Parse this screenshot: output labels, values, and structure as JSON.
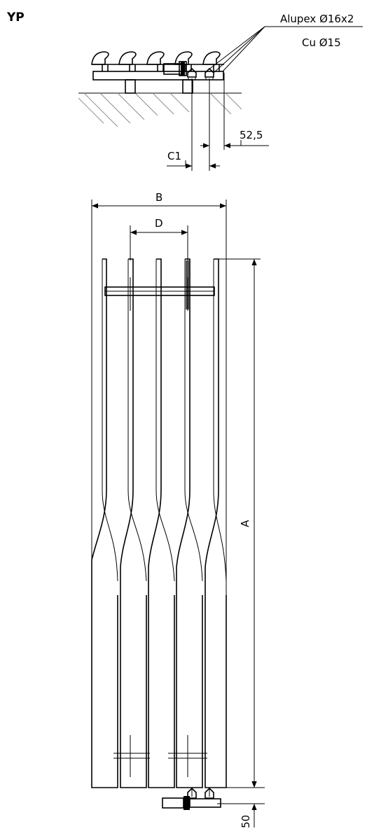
{
  "model_label": "YP",
  "pipe_labels": {
    "alupex": "Alupex Ø16x2",
    "cu": "Cu Ø15"
  },
  "dimensions": {
    "offset": "52,5",
    "c1": "C1",
    "width_b": "B",
    "spacing_d": "D",
    "height_a": "A",
    "floor": "50"
  }
}
